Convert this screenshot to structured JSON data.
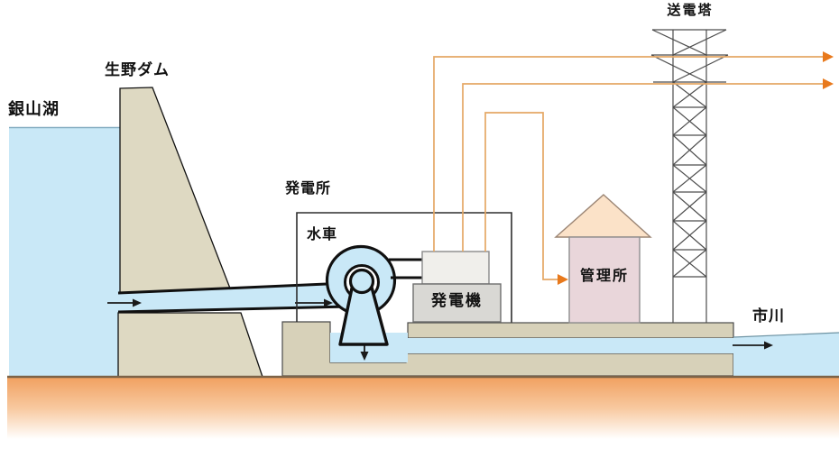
{
  "diagram": {
    "labels": {
      "lake": "銀山湖",
      "dam": "生野ダム",
      "plant": "発電所",
      "turbine": "水車",
      "generator": "発電機",
      "office": "管理所",
      "tower": "送電塔",
      "river": "市川"
    },
    "colors": {
      "water": "#c9e8f7",
      "water_edge": "#84adc1",
      "dam": "#ded9c2",
      "foundation": "#d7d1b9",
      "ground": "#f1a161",
      "ground_mid": "#f8c9a0",
      "ground_line": "#7d6347",
      "generator_top": "#f0efeb",
      "generator_body": "#d9d8d4",
      "office_roof": "#fbe2c8",
      "office_roof_line": "#9b8574",
      "office_body": "#e9d6da",
      "office_body_line": "#8f8f8f",
      "wire": "#e5a865",
      "wire_arrow": "#e8791c",
      "outline": "#101010",
      "tower_line": "#4d4d4d",
      "structure_line": "#4a4a4a"
    }
  }
}
